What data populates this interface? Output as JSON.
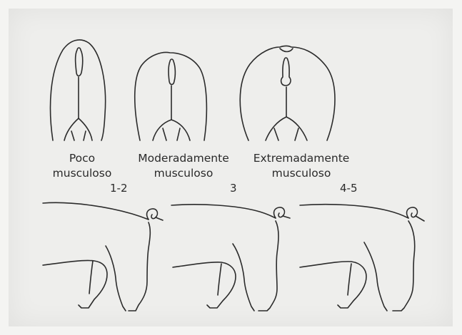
{
  "categories": [
    {
      "label_line1": "Poco",
      "label_line2": "musculoso",
      "score": "1-2"
    },
    {
      "label_line1": "Moderadamente",
      "label_line2": "musculoso",
      "score": "3"
    },
    {
      "label_line1": "Extremadamente",
      "label_line2": "musculoso",
      "score": "4-5"
    }
  ]
}
